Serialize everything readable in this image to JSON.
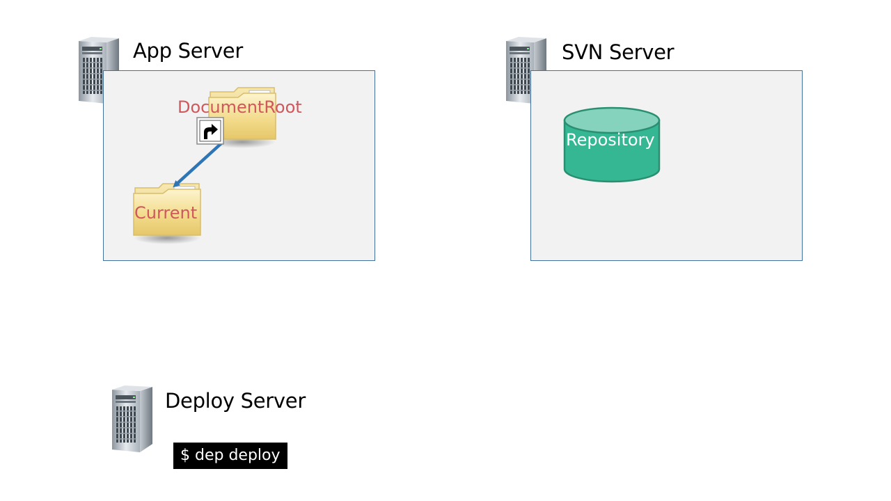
{
  "servers": {
    "app": {
      "title": "App Server",
      "icon": "server-tower-icon"
    },
    "svn": {
      "title": "SVN Server",
      "icon": "server-tower-icon"
    },
    "deploy": {
      "title": "Deploy Server",
      "icon": "server-tower-icon"
    }
  },
  "app_panel": {
    "document_root_label": "DocumentRoot",
    "current_label": "Current",
    "folder_icon": "folder-icon",
    "shortcut_icon": "shortcut-arrow-icon",
    "link_color": "#2e75b6"
  },
  "svn_panel": {
    "repository_label": "Repository",
    "repository_color": "#35b794"
  },
  "deploy_panel": {
    "command": "$ dep deploy"
  },
  "colors": {
    "panel_border": "#41719c",
    "panel_fill": "#f2f2f2",
    "folder_label": "#d0575c",
    "terminal_bg": "#000000"
  }
}
